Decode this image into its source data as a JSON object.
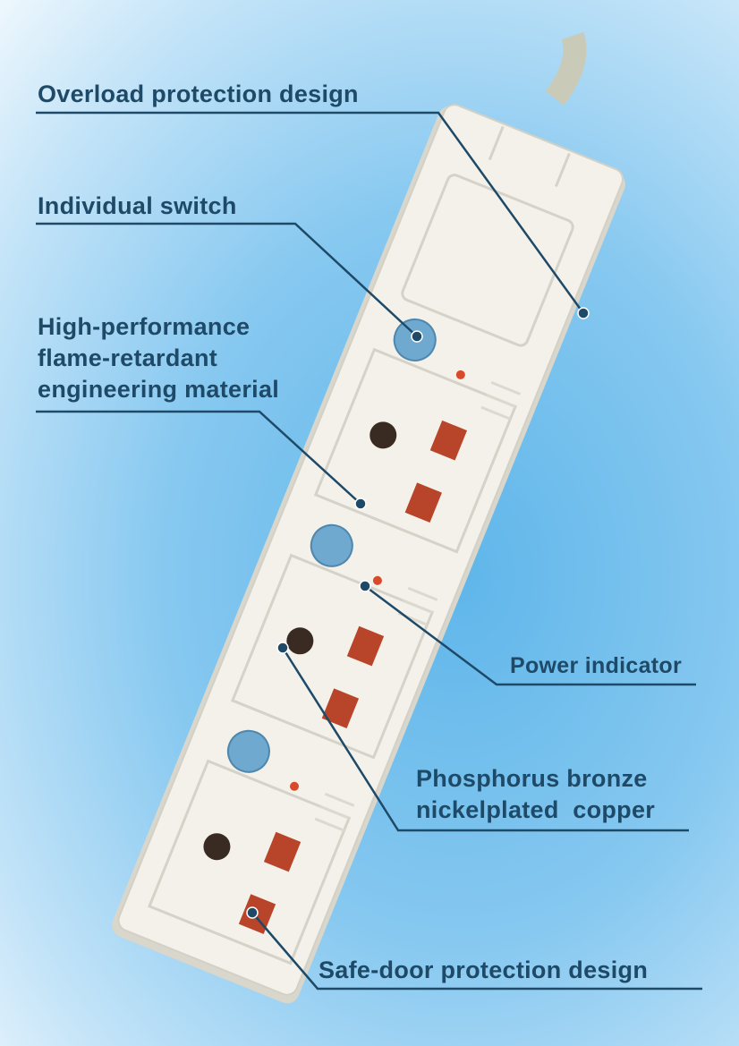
{
  "callouts": {
    "overload": "Overload protection design",
    "switch": "Individual switch",
    "material": [
      "High-performance",
      "flame-retardant",
      "engineering material"
    ],
    "indicator": "Power indicator",
    "copper": [
      "Phosphorus bronze",
      "nickelplated  copper"
    ],
    "safe_door": "Safe-door protection design"
  },
  "colors": {
    "text": "#1e4a68",
    "button": "#6fa9cf",
    "socket_hole": "#b8452a",
    "strip": "#f3f1ea"
  }
}
